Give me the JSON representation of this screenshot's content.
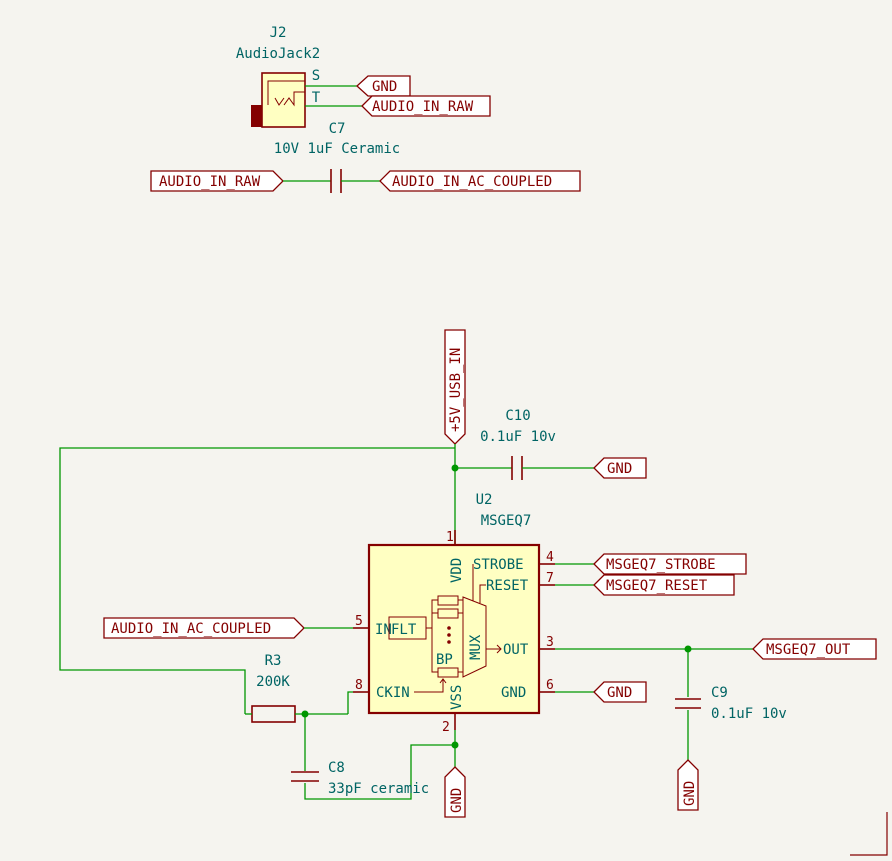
{
  "j2": {
    "ref": "J2",
    "value": "AudioJack2",
    "pins": {
      "s": "S",
      "t": "T"
    }
  },
  "c7": {
    "ref": "C7",
    "value": "10V 1uF Ceramic"
  },
  "c10": {
    "ref": "C10",
    "value": "0.1uF 10v"
  },
  "u2": {
    "ref": "U2",
    "value": "MSGEQ7",
    "pin_names": {
      "vdd": "VDD",
      "strobe": "STROBE",
      "reset": "RESET",
      "in": "IN",
      "flt": "FLT",
      "mux": "MUX",
      "bp": "BP",
      "out": "OUT",
      "ckin": "CKIN",
      "vss": "VSS",
      "gnd": "GND"
    },
    "pin_numbers": {
      "vdd": "1",
      "strobe": "4",
      "reset": "7",
      "in": "5",
      "out": "3",
      "ckin": "8",
      "gnd": "6",
      "vss": "2"
    }
  },
  "r3": {
    "ref": "R3",
    "value": "200K"
  },
  "c8": {
    "ref": "C8",
    "value": "33pF ceramic"
  },
  "c9": {
    "ref": "C9",
    "value": "0.1uF 10v"
  },
  "labels": {
    "gnd_j2": "GND",
    "audio_in_raw_j2": "AUDIO_IN_RAW",
    "audio_in_raw_c7": "AUDIO_IN_RAW",
    "audio_in_ac_coupled_c7": "AUDIO_IN_AC_COUPLED",
    "usb_in": "+5V_USB_IN",
    "gnd_c10": "GND",
    "msgeq7_strobe": "MSGEQ7_STROBE",
    "msgeq7_reset": "MSGEQ7_RESET",
    "audio_in_ac_coupled_u2": "AUDIO_IN_AC_COUPLED",
    "msgeq7_out": "MSGEQ7_OUT",
    "gnd_u2": "GND",
    "gnd_c9": "GND",
    "gnd_bottom": "GND"
  },
  "colors": {
    "background": "#f5f4ef",
    "wire": "#009600",
    "symbol": "#840000",
    "symbol_fill": "#ffffc2",
    "text": "#006464"
  }
}
